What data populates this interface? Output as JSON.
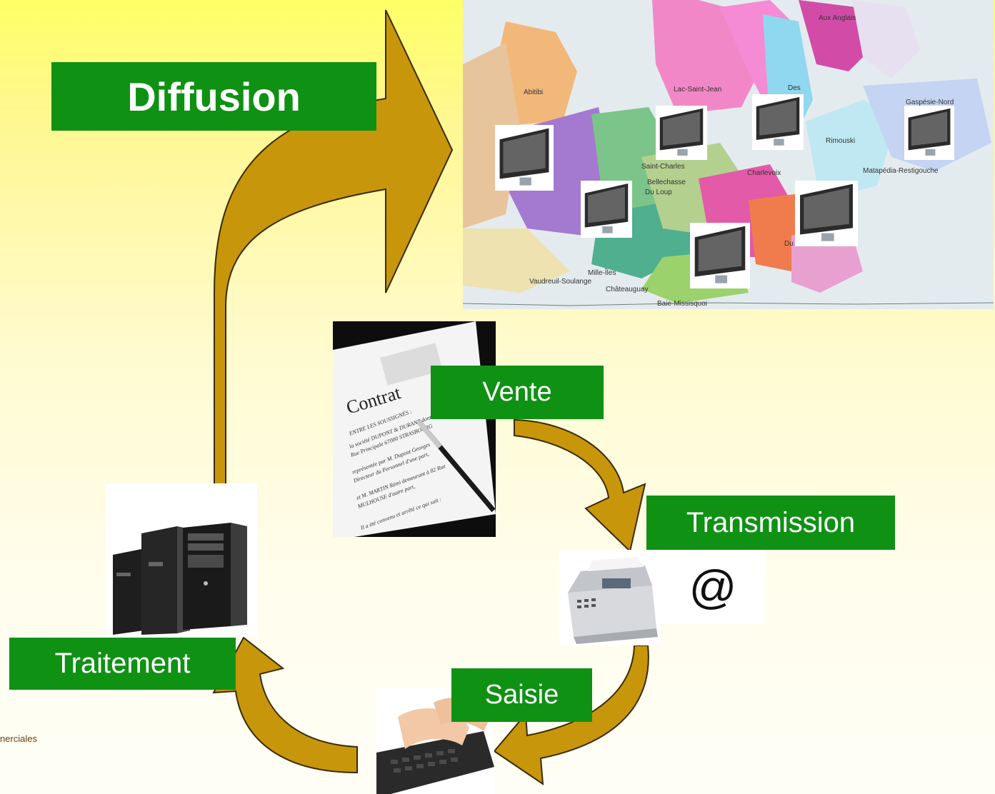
{
  "labels": {
    "diffusion": "Diffusion",
    "vente": "Vente",
    "transmission": "Transmission",
    "traitement": "Traitement",
    "saisie": "Saisie",
    "at_symbol": "@"
  },
  "contract": {
    "title": "Contrat",
    "heading": "ENTRE LES SOUSSIGNÉS :",
    "lines": [
      "la société DUPONT & DURANT dont le siège social",
      "Rue Principale 67000 STRASBOURG",
      "représentée par M. Dupont Georges",
      "Directeur du Personnel d'une part,",
      "et M. MARTIN Rémi demeurant à 82 Rue",
      "MULHOUSE d'autre part,",
      "Il a été convenu et arrêté ce qui suit :"
    ]
  },
  "map": {
    "regions": [
      "Aux Anglais",
      "Abitibi",
      "Lac-Saint-Jean",
      "Des",
      "Gaspésie-Nord",
      "Saint-Charles",
      "Bellechasse",
      "Du Loup",
      "Charlevoix",
      "Matapédia-Restigouche",
      "Mille-Îles",
      "Vaudreuil-Soulange",
      "Châteauguay",
      "Baie-Missisquoi",
      "Rimouski",
      "Du Lac"
    ]
  },
  "footer": {
    "logo_text": "nerciales"
  },
  "colors": {
    "label_green": "#0f9114",
    "arrow_fill": "#c8960a",
    "arrow_stroke": "#3a2a05"
  }
}
